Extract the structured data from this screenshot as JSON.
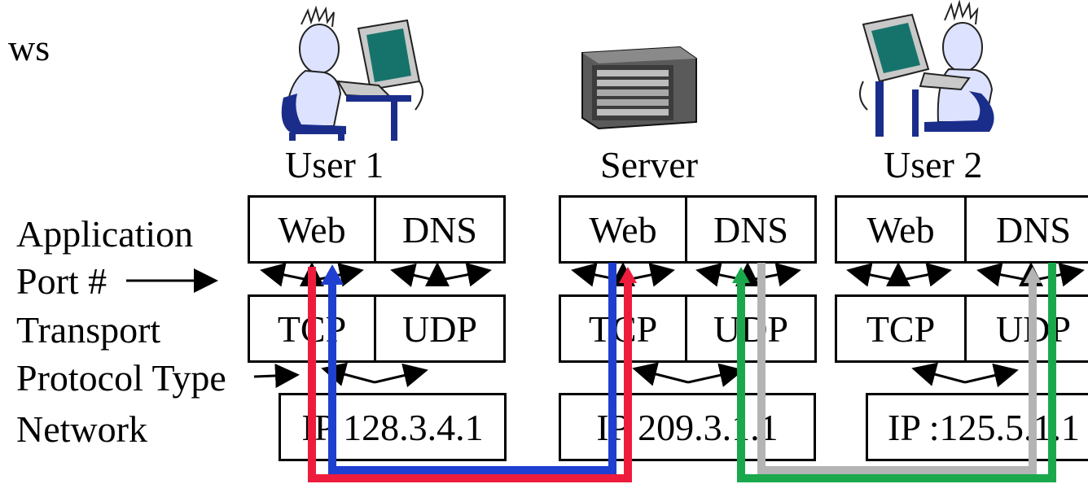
{
  "header": {
    "partial_text": "ws"
  },
  "layer_labels": {
    "application": "Application",
    "port": "Port #",
    "transport": "Transport",
    "protocol_type": "Protocol Type",
    "network": "Network"
  },
  "hosts": [
    {
      "name": "User 1",
      "app_left": "Web",
      "app_right": "DNS",
      "tcp": "TCP",
      "udp": "UDP",
      "ip": "IP 128.3.4.1"
    },
    {
      "name": "Server",
      "app_left": "Web",
      "app_right": "DNS",
      "tcp": "TCP",
      "udp": "UDP",
      "ip": "IP 209.3.1.1"
    },
    {
      "name": "User 2",
      "app_left": "Web",
      "app_right": "DNS",
      "tcp": "TCP",
      "udp": "UDP",
      "ip": "IP :125.5.1.1"
    }
  ],
  "colors": {
    "web_request": "#1f3fd0",
    "web_response": "#ee1c3c",
    "dns_request": "#19a84c",
    "dns_response": "#b4b4b4",
    "computer_screen": "#16736b"
  },
  "icons": [
    "user-at-computer-icon",
    "router-chassis-icon",
    "user-at-computer-icon"
  ]
}
